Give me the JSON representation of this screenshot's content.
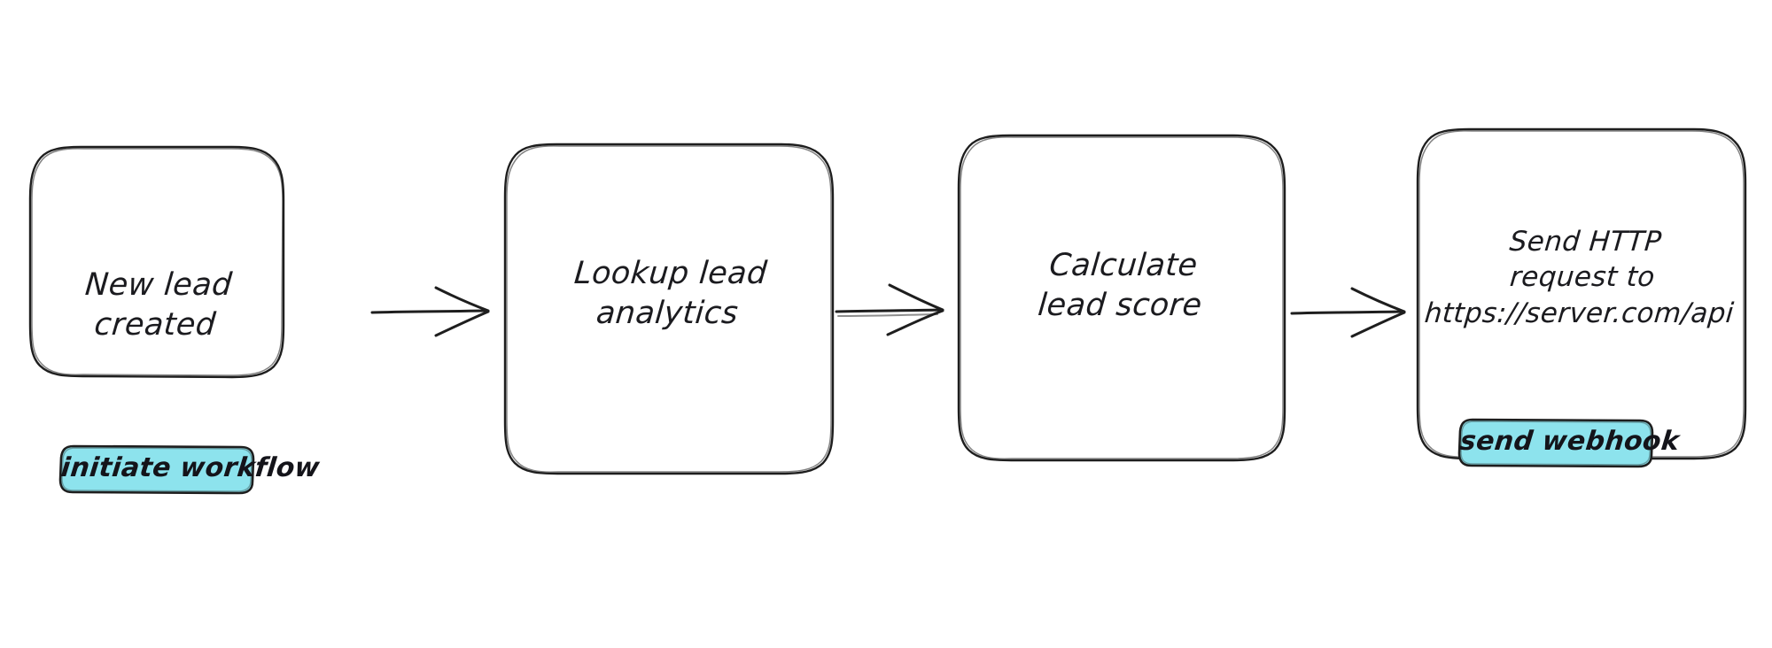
{
  "diagram": {
    "type": "flowchart",
    "style": "hand-drawn-sketch",
    "background_color": "#ffffff",
    "stroke_color": "#1e1e1e",
    "text_color": "#1b1b1f",
    "accent_color": "#8de3ed",
    "direction": "left-to-right",
    "node_count": 4,
    "arrow_count": 3,
    "badge_count": 2
  },
  "nodes": [
    {
      "id": "new-lead-created",
      "label": "New lead\ncreated",
      "line1": "New lead",
      "line2": "created",
      "shape": "rounded-rectangle",
      "fill": "#ffffff",
      "stroke": "#1e1e1e"
    },
    {
      "id": "lookup-lead-analytics",
      "label": "Lookup lead\nanalytics",
      "line1": "Lookup lead",
      "line2": "analytics",
      "shape": "rounded-rectangle",
      "fill": "#ffffff",
      "stroke": "#1e1e1e"
    },
    {
      "id": "calculate-lead-score",
      "label": "Calculate\nlead score",
      "line1": "Calculate",
      "line2": "lead score",
      "shape": "rounded-rectangle",
      "fill": "#ffffff",
      "stroke": "#1e1e1e"
    },
    {
      "id": "send-http-request",
      "label": "Send HTTP\nrequest to\nhttps://server.com/api",
      "line1": "Send HTTP",
      "line2": "request to",
      "line3": "https://server.com/api",
      "shape": "rounded-rectangle",
      "fill": "#ffffff",
      "stroke": "#1e1e1e"
    }
  ],
  "badges": [
    {
      "id": "initiate-workflow",
      "label": "initiate workflow",
      "attached_to": "new-lead-created",
      "fill": "#8de3ed",
      "stroke": "#1e1e1e"
    },
    {
      "id": "send-webhook",
      "label": "send webhook",
      "attached_to": "send-http-request",
      "fill": "#8de3ed",
      "stroke": "#1e1e1e"
    }
  ],
  "arrows": [
    {
      "id": "arrow-1",
      "from": "new-lead-created",
      "to": "lookup-lead-analytics",
      "head": "open-v"
    },
    {
      "id": "arrow-2",
      "from": "lookup-lead-analytics",
      "to": "calculate-lead-score",
      "head": "open-v"
    },
    {
      "id": "arrow-3",
      "from": "calculate-lead-score",
      "to": "send-http-request",
      "head": "open-v"
    }
  ]
}
